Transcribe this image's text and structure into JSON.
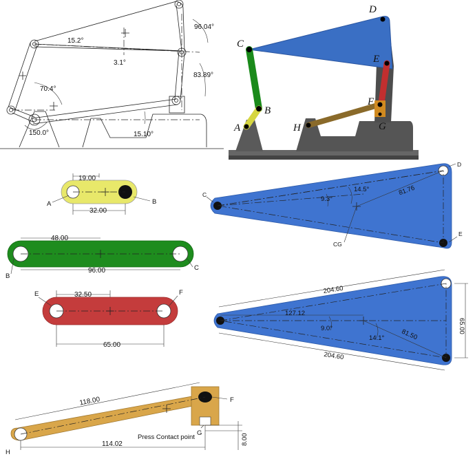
{
  "sketch": {
    "angles": [
      "15.2°",
      "96.04°",
      "3.1°",
      "83.89°",
      "70.4°",
      "150.0°",
      "15.10°"
    ]
  },
  "mechanism": {
    "points": [
      "D",
      "C",
      "E",
      "B",
      "F",
      "A",
      "H",
      "G"
    ],
    "colors": {
      "plate": "#3a6fc4",
      "link_bc": "#1a8a1a",
      "link_ab": "#d6d640",
      "link_ef": "#c22f2f",
      "link_hf": "#8a6a2a",
      "base": "#555555"
    }
  },
  "link_ab": {
    "dims": [
      "19.00",
      "32.00"
    ],
    "labels": [
      "A",
      "B"
    ],
    "color": "#e8e86a"
  },
  "link_bc": {
    "dims": [
      "48.00",
      "96.00"
    ],
    "labels": [
      "B",
      "C"
    ],
    "color": "#1e8c1e"
  },
  "link_ef": {
    "dims": [
      "32.50",
      "65.00"
    ],
    "labels": [
      "E",
      "F"
    ],
    "color": "#c43c3c"
  },
  "link_hf": {
    "dims": [
      "118.00",
      "114.02",
      "8.00"
    ],
    "labels": [
      "H",
      "F",
      "G"
    ],
    "contact": "Press Contact point",
    "color": "#d9a64a"
  },
  "plate_top": {
    "dims": [
      "14.5°",
      "9.3°",
      "81.76"
    ],
    "labels": [
      "C",
      "D",
      "E",
      "CG"
    ],
    "color": "#3f74d0"
  },
  "plate_bottom": {
    "dims": [
      "204.60",
      "127.12",
      "65.00",
      "9.0°",
      "14.1°",
      "81.50",
      "204.60"
    ],
    "color": "#3f74d0"
  }
}
